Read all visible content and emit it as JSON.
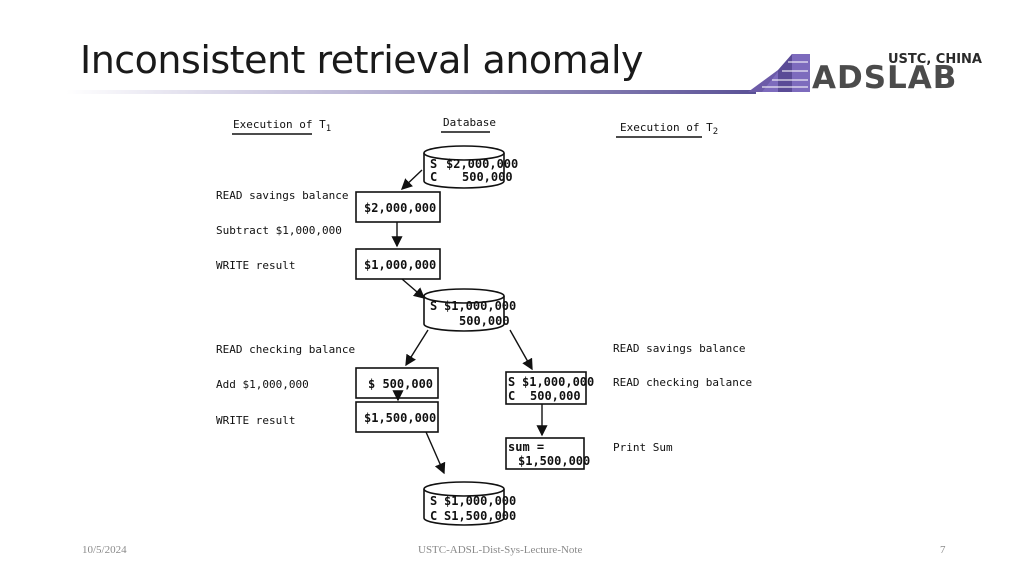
{
  "slide": {
    "title": "Inconsistent retrieval anomaly",
    "logo": {
      "subtitle": "USTC, CHINA",
      "name": "ADSLAB"
    }
  },
  "footer": {
    "date": "10/5/2024",
    "center": "USTC-ADSL-Dist-Sys-Lecture-Note",
    "page": "7"
  },
  "diagram": {
    "headers": {
      "t1": "Execution of T",
      "t1_sub": "1",
      "db": "Database",
      "t2": "Execution of T",
      "t2_sub": "2"
    },
    "db_initial": {
      "s_label": "S",
      "s_value": "$2,000,000",
      "c_label": "C",
      "c_value": "500,000"
    },
    "db_mid": {
      "s_label": "S",
      "s_value": "$1,000,000",
      "c_value": "500,000"
    },
    "db_final": {
      "s_label": "S",
      "s_value": "$1,000,000",
      "c_label": "C",
      "c_value": "S1,500,000"
    },
    "t1_steps": [
      "READ savings balance",
      "Subtract $1,000,000",
      "WRITE result",
      "READ checking balance",
      "Add $1,000,000",
      "WRITE result"
    ],
    "t1_buffers": [
      "$2,000,000",
      "$1,000,000",
      "$ 500,000",
      "$1,500,000"
    ],
    "t2_steps": [
      "READ savings balance",
      "READ checking balance",
      "Print Sum"
    ],
    "t2_buffer": {
      "s_label": "S",
      "s_value": "$1,000,000",
      "c_label": "C",
      "c_value": "500,000"
    },
    "t2_sum": {
      "label": "sum =",
      "value": "$1,500,000"
    }
  }
}
